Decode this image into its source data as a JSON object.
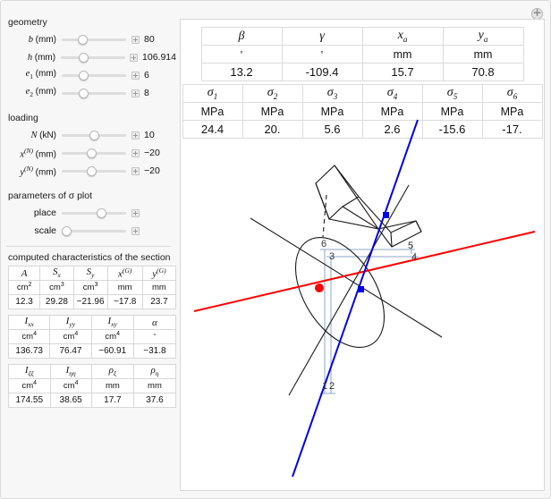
{
  "window": {
    "corner_button": "add-icon"
  },
  "controls": {
    "geometry": {
      "title": "geometry",
      "rows": [
        {
          "sym": "b",
          "sub": "",
          "sup": "",
          "unit": "(mm)",
          "value": "80",
          "pct": 30
        },
        {
          "sym": "h",
          "sub": "",
          "sup": "",
          "unit": "(mm)",
          "value": "106.914",
          "pct": 33
        },
        {
          "sym": "e",
          "sub": "1",
          "sup": "",
          "unit": "(mm)",
          "value": "6",
          "pct": 31
        },
        {
          "sym": "e",
          "sub": "2",
          "sup": "",
          "unit": "(mm)",
          "value": "8",
          "pct": 31
        }
      ]
    },
    "loading": {
      "title": "loading",
      "rows": [
        {
          "sym": "N",
          "sub": "",
          "sup": "",
          "unit": "(kN)",
          "value": "10",
          "pct": 47
        },
        {
          "sym": "x",
          "sub": "",
          "sup": "(N)",
          "unit": "(mm)",
          "value": "−20",
          "pct": 43
        },
        {
          "sym": "y",
          "sub": "",
          "sup": "(N)",
          "unit": "(mm)",
          "value": "−20",
          "pct": 43
        }
      ]
    },
    "sigma": {
      "title": "parameters of σ plot",
      "rows": [
        {
          "label": "place",
          "value": "",
          "pct": 64
        },
        {
          "label": "scale",
          "value": "",
          "pct": 3
        }
      ]
    }
  },
  "section": {
    "title": "computed characteristics of the section",
    "tables": [
      {
        "headers": [
          {
            "sym": "A",
            "sub": "",
            "sup": ""
          },
          {
            "sym": "S",
            "sub": "x",
            "sup": ""
          },
          {
            "sym": "S",
            "sub": "y",
            "sup": ""
          },
          {
            "sym": "x",
            "sub": "",
            "sup": "(G)"
          },
          {
            "sym": "y",
            "sub": "",
            "sup": "(G)"
          }
        ],
        "units": [
          {
            "txt": "cm",
            "sup": "2"
          },
          {
            "txt": "cm",
            "sup": "3"
          },
          {
            "txt": "cm",
            "sup": "3"
          },
          {
            "txt": "mm",
            "sup": ""
          },
          {
            "txt": "mm",
            "sup": ""
          }
        ],
        "values": [
          "12.3",
          "29.28",
          "−21.96",
          "−17.8",
          "23.7"
        ]
      },
      {
        "headers": [
          {
            "sym": "I",
            "sub": "xx",
            "sup": ""
          },
          {
            "sym": "I",
            "sub": "yy",
            "sup": ""
          },
          {
            "sym": "I",
            "sub": "xy",
            "sup": ""
          },
          {
            "sym": "α",
            "sub": "",
            "sup": ""
          }
        ],
        "units": [
          {
            "txt": "cm",
            "sup": "4"
          },
          {
            "txt": "cm",
            "sup": "4"
          },
          {
            "txt": "cm",
            "sup": "4"
          },
          {
            "txt": "°",
            "sup": ""
          }
        ],
        "values": [
          "136.73",
          "76.47",
          "−60.91",
          "−31.8"
        ]
      },
      {
        "headers": [
          {
            "sym": "I",
            "sub": "ξξ",
            "sup": ""
          },
          {
            "sym": "I",
            "sub": "ηη",
            "sup": ""
          },
          {
            "sym": "ρ",
            "sub": "ξ",
            "sup": ""
          },
          {
            "sym": "ρ",
            "sub": "η",
            "sup": ""
          }
        ],
        "units": [
          {
            "txt": "cm",
            "sup": "4"
          },
          {
            "txt": "cm",
            "sup": "4"
          },
          {
            "txt": "mm",
            "sup": ""
          },
          {
            "txt": "mm",
            "sup": ""
          }
        ],
        "values": [
          "174.55",
          "38.65",
          "17.7",
          "37.6"
        ]
      }
    ]
  },
  "results": {
    "angles_table": {
      "headers": [
        {
          "sym": "β",
          "sub": ""
        },
        {
          "sym": "γ",
          "sub": ""
        },
        {
          "sym": "x",
          "sub": "a"
        },
        {
          "sym": "y",
          "sub": "a"
        }
      ],
      "units": [
        "°",
        "°",
        "mm",
        "mm"
      ],
      "values": [
        "13.2",
        "-109.4",
        "15.7",
        "70.8"
      ]
    },
    "stress_table": {
      "headers": [
        {
          "sym": "σ",
          "sub": "1"
        },
        {
          "sym": "σ",
          "sub": "2"
        },
        {
          "sym": "σ",
          "sub": "3"
        },
        {
          "sym": "σ",
          "sub": "4"
        },
        {
          "sym": "σ",
          "sub": "5"
        },
        {
          "sym": "σ",
          "sub": "6"
        }
      ],
      "units": [
        "MPa",
        "MPa",
        "MPa",
        "MPa",
        "MPa",
        "MPa"
      ],
      "values": [
        "24.4",
        "20.",
        "5.6",
        "2.6",
        "-15.6",
        "-17."
      ]
    }
  },
  "figure": {
    "point_labels": [
      "1",
      "2",
      "3",
      "4",
      "5",
      "6"
    ],
    "colors": {
      "neutral_axis": "#ff0000",
      "load_axis": "#0000ee",
      "outline": "#1a1a1a",
      "dimension": "#8ba6c9",
      "centroid_marker": "#ff0000",
      "load_marker": "#0000ee"
    }
  }
}
